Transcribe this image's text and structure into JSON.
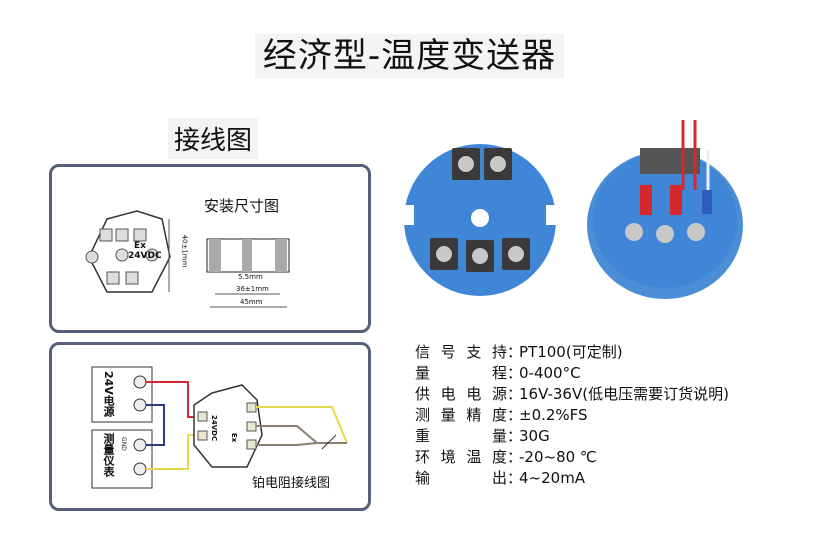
{
  "title": "经济型-温度变送器",
  "wiring_title": "接线图",
  "dimension_diagram": {
    "title": "安装尺寸图",
    "module_label": "24VDC",
    "ex_label": "Ex",
    "dims": [
      "5.5mm",
      "36±1mm",
      "45mm",
      "40±1mm"
    ]
  },
  "wiring_diagram": {
    "power_label": "24V电源",
    "meter_label": "测量仪表",
    "gnd_label": "GND",
    "module_label": "24VDC",
    "ex_label": "Ex",
    "caption": "铂电阻接线图",
    "colors": {
      "red": "#d4282e",
      "blue": "#2f3a8a",
      "yellow": "#e6d84a",
      "gray": "#8a7f72"
    }
  },
  "specs": [
    {
      "key": "信号支持",
      "value": "PT100(可定制)"
    },
    {
      "key": "量　　程",
      "value": "0-400°C"
    },
    {
      "key": "供电电源",
      "value": "16V-36V(低电压需要订货说明)"
    },
    {
      "key": "测量精度",
      "value": "±0.2%FS"
    },
    {
      "key": "重　　量",
      "value": "30G"
    },
    {
      "key": "环境温度",
      "value": "-20~80 ℃"
    },
    {
      "key": "输　　出",
      "value": "4~20mA"
    }
  ],
  "colon": "："
}
